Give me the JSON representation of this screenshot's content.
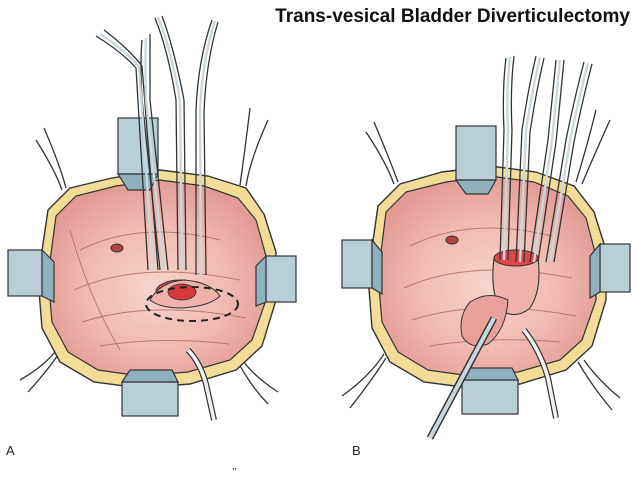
{
  "title": "Trans-vesical Bladder Diverticulectomy",
  "panels": [
    {
      "label": "A"
    },
    {
      "label": "B"
    }
  ],
  "footnote_mark": "„",
  "colors": {
    "skin_edge": "#f1dc96",
    "bladder_outer": "#e9a5a0",
    "bladder_inner": "#f5c9c1",
    "mucosa_shadow": "#d98c86",
    "diverticulum": "#e04848",
    "retractor": "#b9cfd8",
    "instrument": "#c9d8df",
    "outline": "#3a3a3a"
  }
}
